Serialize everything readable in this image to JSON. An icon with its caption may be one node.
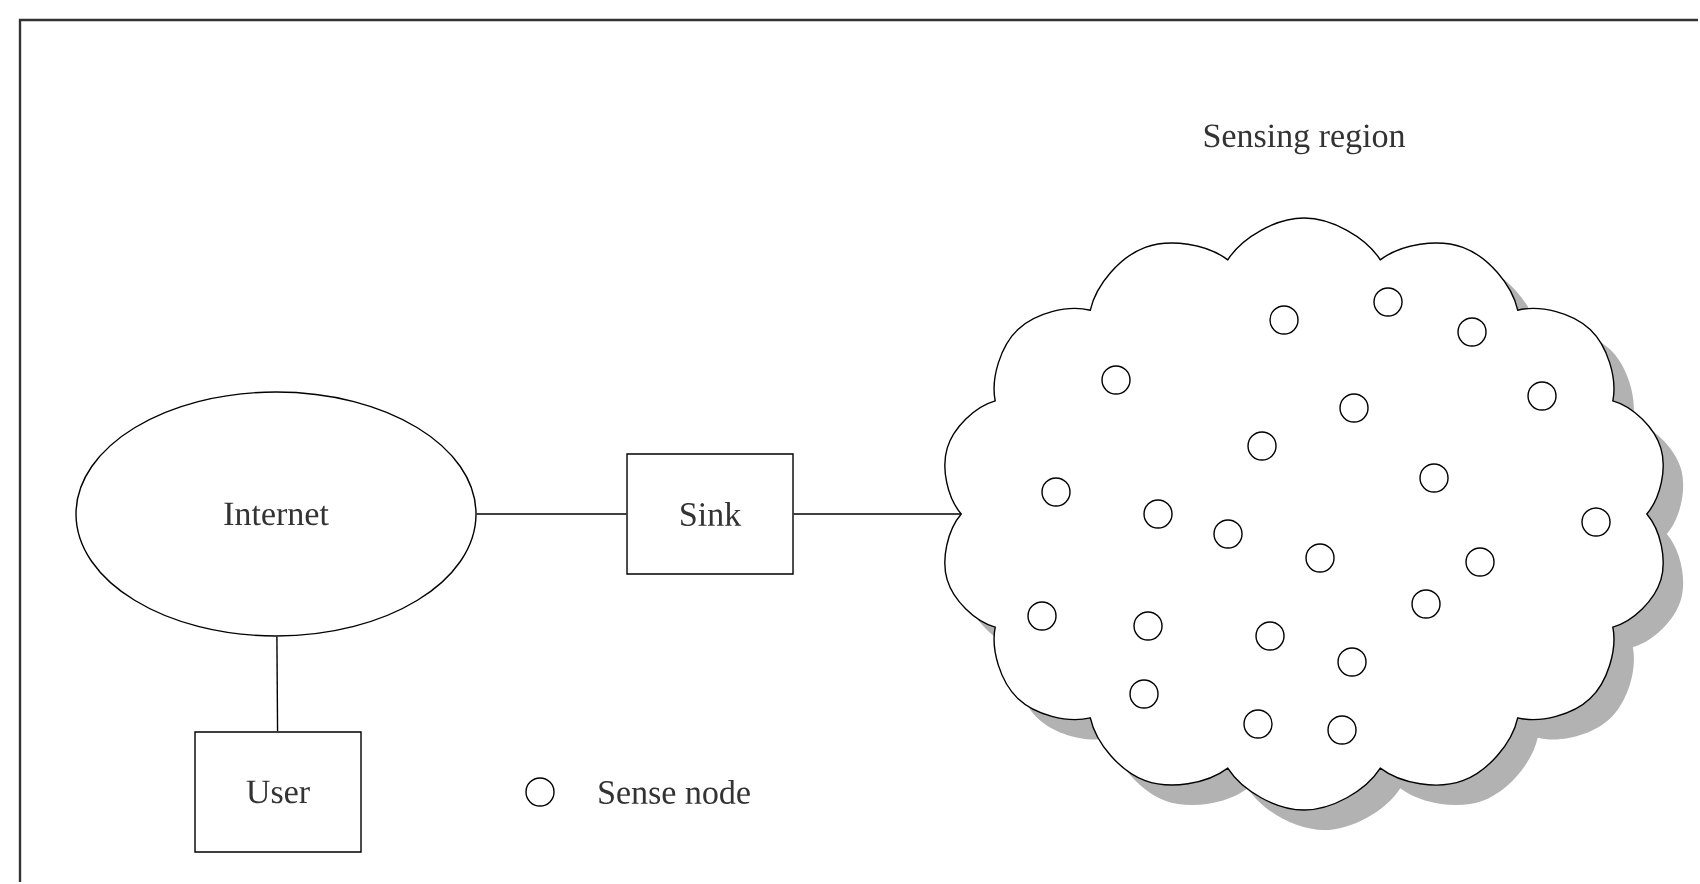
{
  "diagram": {
    "nodes": [
      {
        "text": [
          "Sensing region"
        ]
      },
      {
        "text": [],
        "shape": "circle",
        "in": 0
      },
      {
        "text": [],
        "shape": "circle",
        "in": 0
      },
      {
        "text": [],
        "shape": "circle",
        "in": 0
      },
      {
        "text": [],
        "shape": "circle",
        "in": 0
      },
      {
        "text": [],
        "shape": "circle",
        "in": 0
      },
      {
        "text": [],
        "shape": "circle",
        "in": 0
      },
      {
        "text": [],
        "shape": "circle",
        "in": 0
      },
      {
        "text": [],
        "shape": "circle",
        "in": 0
      },
      {
        "text": [],
        "shape": "circle",
        "in": 0
      },
      {
        "text": [],
        "shape": "circle",
        "in": 0
      },
      {
        "text": [],
        "shape": "circle",
        "in": 0
      },
      {
        "text": [],
        "shape": "circle",
        "in": 0
      },
      {
        "text": [],
        "shape": "circle",
        "in": 0
      },
      {
        "text": [],
        "shape": "circle",
        "in": 0
      },
      {
        "text": [],
        "shape": "circle",
        "in": 0
      },
      {
        "text": [],
        "shape": "circle",
        "in": 0
      },
      {
        "text": [],
        "shape": "circle",
        "in": 0
      },
      {
        "text": [],
        "shape": "circle",
        "in": 0
      },
      {
        "text": [],
        "shape": "circle",
        "in": 0
      },
      {
        "text": [],
        "shape": "circle",
        "in": 0
      },
      {
        "text": [],
        "shape": "circle",
        "in": 0
      },
      {
        "text": [],
        "shape": "circle",
        "in": 0
      },
      {
        "text": [
          "Internet"
        ]
      },
      {
        "text": [
          "Sink"
        ]
      },
      {
        "text": [
          "User"
        ]
      }
    ],
    "edges": [
      {
        "from": 23,
        "to": 24,
        "arrow": "none"
      },
      {
        "from": 24,
        "to": 0,
        "arrow": "none"
      },
      {
        "from": 23,
        "to": 25,
        "arrow": "none"
      }
    ],
    "legend": [
      {
        "text": "Sense node"
      }
    ]
  }
}
